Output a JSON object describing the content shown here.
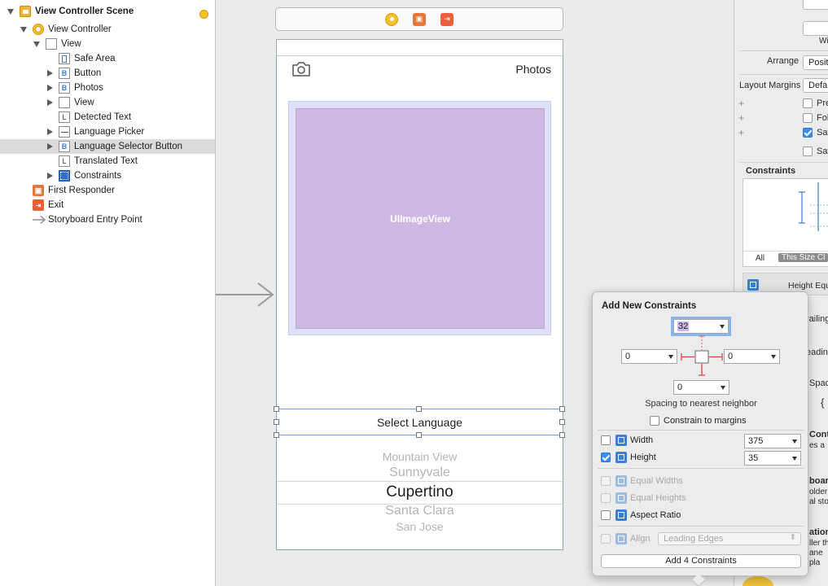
{
  "outline": {
    "scene_title": "View Controller Scene",
    "items": [
      {
        "label": "View Controller"
      },
      {
        "label": "View"
      },
      {
        "label": "Safe Area"
      },
      {
        "label": "Button"
      },
      {
        "label": "Photos"
      },
      {
        "label": "View"
      },
      {
        "label": "Detected Text"
      },
      {
        "label": "Language Picker"
      },
      {
        "label": "Language Selector Button"
      },
      {
        "label": "Translated Text"
      },
      {
        "label": "Constraints"
      },
      {
        "label": "First Responder"
      },
      {
        "label": "Exit"
      },
      {
        "label": "Storyboard Entry Point"
      }
    ],
    "selected_item": "Language Selector Button"
  },
  "canvas": {
    "photos_button": "Photos",
    "image_view_label": "UIImageView",
    "select_language_button": "Select Language",
    "picker_rows": [
      "Mountain View",
      "Sunnyvale",
      "Cupertino",
      "Santa Clara",
      "San Jose"
    ],
    "picker_selected": "Cupertino"
  },
  "inspector": {
    "wi_label": "Wi",
    "arrange_label": "Arrange",
    "arrange_value": "Posit",
    "layout_margins_label": "Layout Margins",
    "layout_margins_value": "Defa",
    "check_pre": "Pre",
    "check_fol": "Fol",
    "check_saf": "Saf",
    "check_saf2": "Saf",
    "constraints_header": "Constraints",
    "tab_all": "All",
    "tab_this_size": "This Size Cl",
    "height_equ": "Height Equ",
    "frag_railing": "railing",
    "frag_eading": "eading",
    "frag_spac": "Spac",
    "frag_brace": "{",
    "frag_cont": "Cont",
    "frag_es": "es a",
    "frag_boar": "boar",
    "frag_olde": "older",
    "frag_alsto": "al sto",
    "frag_ation": "ation",
    "frag_ller": "ller th",
    "frag_ane": "ane",
    "frag_pla": "pla"
  },
  "popover": {
    "title": "Add New Constraints",
    "top_value": "32",
    "left_value": "0",
    "right_value": "0",
    "bottom_value": "0",
    "spacing_label": "Spacing to nearest neighbor",
    "constrain_margins_label": "Constrain to margins",
    "width_label": "Width",
    "width_value": "375",
    "height_label": "Height",
    "height_value": "35",
    "equal_widths_label": "Equal Widths",
    "equal_heights_label": "Equal Heights",
    "aspect_ratio_label": "Aspect Ratio",
    "align_label": "Align",
    "align_value": "Leading Edges",
    "add_button_label": "Add 4 Constraints",
    "width_checked": false,
    "height_checked": true
  },
  "colors": {
    "accent": "#3a8ef0",
    "image_view_fill": "#cfb9e2",
    "selection_row": "#dcdcdc",
    "canvas_bg": "#ebebeb"
  }
}
